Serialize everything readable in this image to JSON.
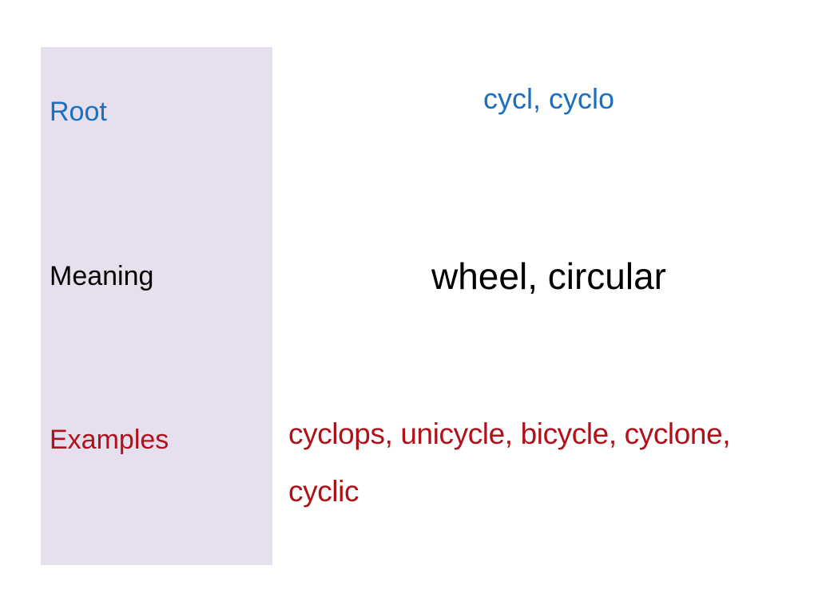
{
  "labels": {
    "root": "Root",
    "meaning": "Meaning",
    "examples": "Examples"
  },
  "values": {
    "root": "cycl, cyclo",
    "meaning": "wheel, circular",
    "examples_line1": "cyclops, unicycle, bicycle, cyclone,",
    "examples_line2": "cyclic"
  },
  "colors": {
    "panel_background": "#e6dfee",
    "root": "#1a6fc0",
    "meaning": "#000000",
    "examples": "#b0121b"
  }
}
